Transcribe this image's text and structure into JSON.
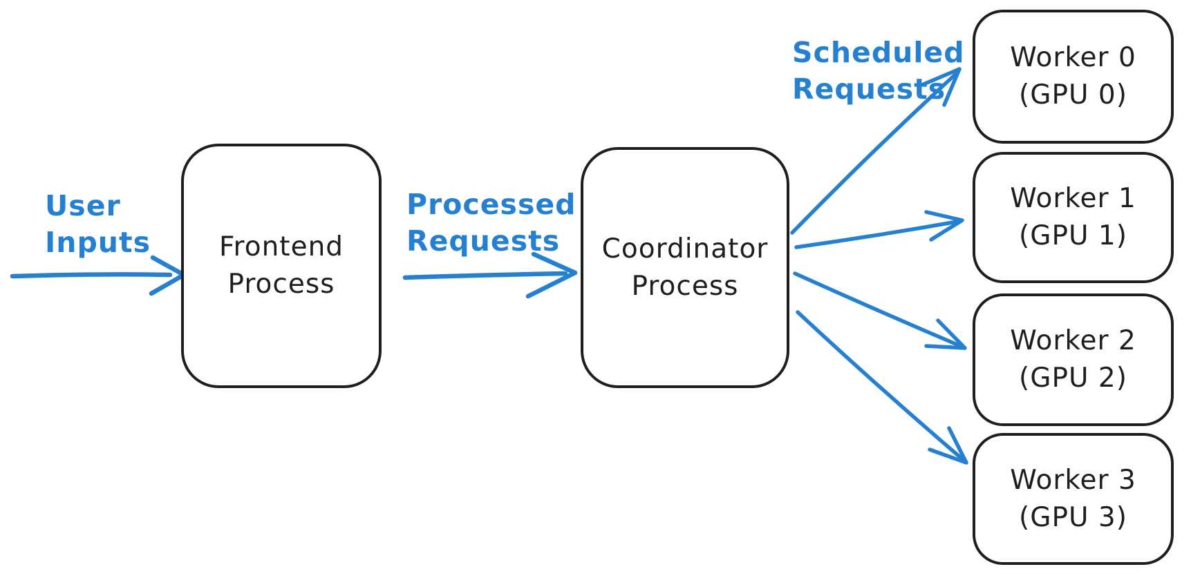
{
  "diagram": {
    "colors": {
      "background": "#ffffff",
      "stroke": "#1e1e1e",
      "accent": "#2680d2"
    },
    "nodes": [
      {
        "id": "frontend-process",
        "line1": "Frontend",
        "line2": "Process"
      },
      {
        "id": "coordinator-process",
        "line1": "Coordinator",
        "line2": "Process"
      },
      {
        "id": "worker-0",
        "line1": "Worker 0",
        "line2": "(GPU 0)"
      },
      {
        "id": "worker-1",
        "line1": "Worker 1",
        "line2": "(GPU 1)"
      },
      {
        "id": "worker-2",
        "line1": "Worker 2",
        "line2": "(GPU 2)"
      },
      {
        "id": "worker-3",
        "line1": "Worker 3",
        "line2": "(GPU 3)"
      }
    ],
    "labels": [
      {
        "id": "user-inputs",
        "line1": "User",
        "line2": "Inputs"
      },
      {
        "id": "processed-requests",
        "line1": "Processed",
        "line2": "Requests"
      },
      {
        "id": "scheduled-requests",
        "line1": "Scheduled",
        "line2": "Requests"
      }
    ],
    "edges": [
      {
        "from": "external",
        "to": "frontend-process",
        "label": "User Inputs"
      },
      {
        "from": "frontend-process",
        "to": "coordinator-process",
        "label": "Processed Requests"
      },
      {
        "from": "coordinator-process",
        "to": "worker-0",
        "label": "Scheduled Requests"
      },
      {
        "from": "coordinator-process",
        "to": "worker-1",
        "label": "Scheduled Requests"
      },
      {
        "from": "coordinator-process",
        "to": "worker-2",
        "label": "Scheduled Requests"
      },
      {
        "from": "coordinator-process",
        "to": "worker-3",
        "label": "Scheduled Requests"
      }
    ]
  }
}
